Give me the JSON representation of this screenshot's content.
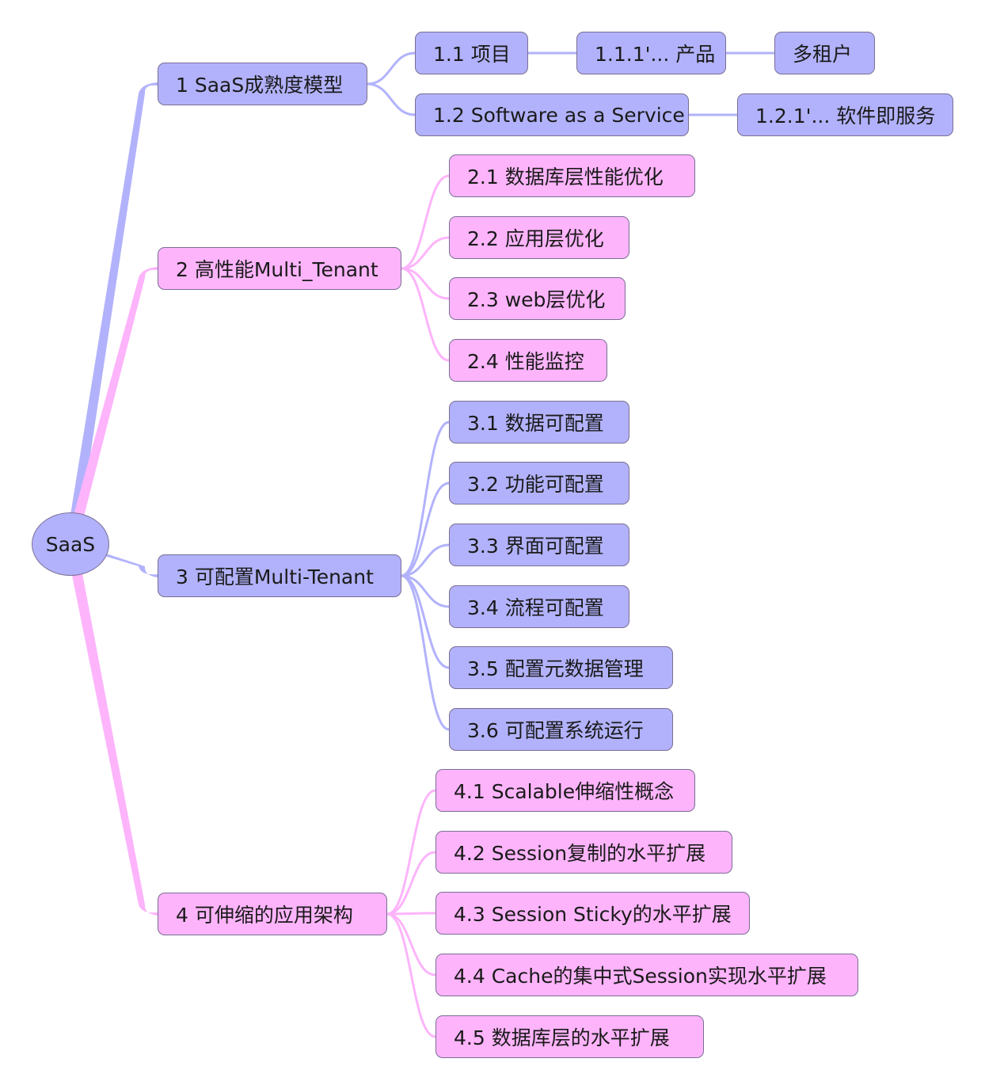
{
  "colors": {
    "blue": "#b2b2fc",
    "pink": "#fdb4fb",
    "border": "#7a6e94"
  },
  "root": {
    "label": "SaaS"
  },
  "branches": [
    {
      "label": "1 SaaS成熟度模型",
      "color": "blue",
      "children": [
        {
          "label": "1.1 项目",
          "children": [
            {
              "label": "1.1.1'... 产品",
              "children": [
                {
                  "label": "多租户"
                }
              ]
            }
          ]
        },
        {
          "label": "1.2 Software as a Service",
          "children": [
            {
              "label": "1.2.1'... 软件即服务"
            }
          ]
        }
      ]
    },
    {
      "label": "2 高性能Multi_Tenant",
      "color": "pink",
      "children": [
        {
          "label": "2.1 数据库层性能优化"
        },
        {
          "label": "2.2 应用层优化"
        },
        {
          "label": "2.3 web层优化"
        },
        {
          "label": "2.4 性能监控"
        }
      ]
    },
    {
      "label": "3 可配置Multi-Tenant",
      "color": "blue",
      "children": [
        {
          "label": "3.1 数据可配置"
        },
        {
          "label": "3.2 功能可配置"
        },
        {
          "label": "3.3 界面可配置"
        },
        {
          "label": "3.4 流程可配置"
        },
        {
          "label": "3.5 配置元数据管理"
        },
        {
          "label": "3.6 可配置系统运行"
        }
      ]
    },
    {
      "label": "4 可伸缩的应用架构",
      "color": "pink",
      "children": [
        {
          "label": "4.1 Scalable伸缩性概念"
        },
        {
          "label": "4.2 Session复制的水平扩展"
        },
        {
          "label": "4.3 Session Sticky的水平扩展"
        },
        {
          "label": "4.4 Cache的集中式Session实现水平扩展"
        },
        {
          "label": "4.5 数据库层的水平扩展"
        }
      ]
    }
  ]
}
